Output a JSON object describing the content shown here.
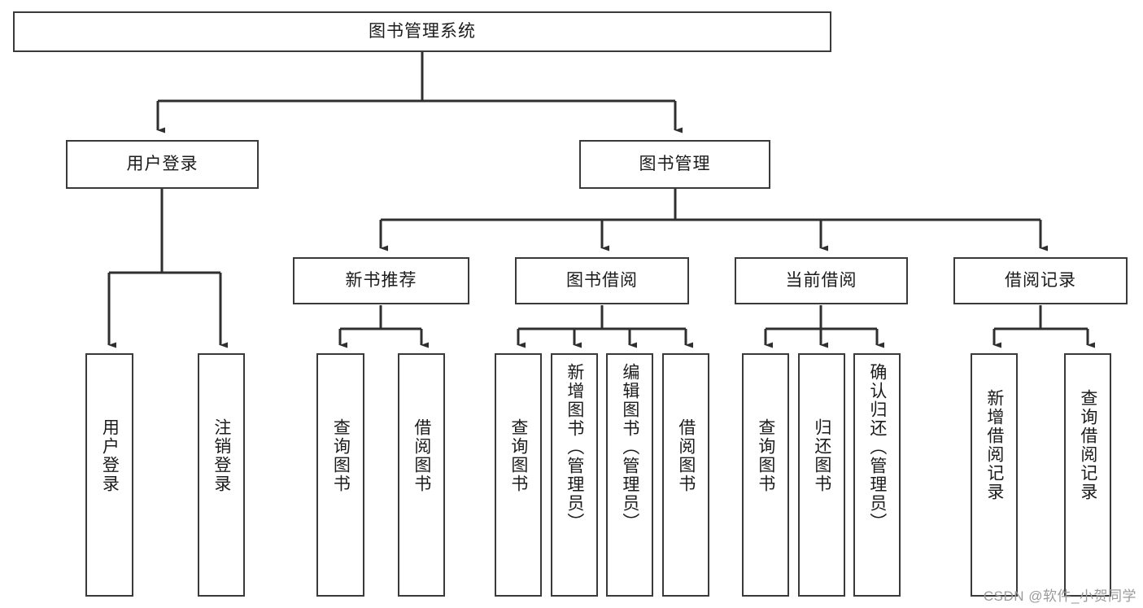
{
  "diagram": {
    "title": "图书管理系统",
    "type": "tree",
    "stroke_color": "#3a3a3a",
    "fill_color": "#ffffff",
    "text_color": "#1b1b1b",
    "root": {
      "id": "root",
      "label": "图书管理系统",
      "orientation": "horizontal"
    },
    "level2": [
      {
        "id": "user-login",
        "label": "用户登录",
        "orientation": "horizontal"
      },
      {
        "id": "book-manage",
        "label": "图书管理",
        "orientation": "horizontal"
      }
    ],
    "level3": [
      {
        "id": "new-book-rec",
        "label": "新书推荐",
        "orientation": "horizontal",
        "parent": "book-manage"
      },
      {
        "id": "book-borrow",
        "label": "图书借阅",
        "orientation": "horizontal",
        "parent": "book-manage"
      },
      {
        "id": "current-borrow",
        "label": "当前借阅",
        "orientation": "horizontal",
        "parent": "book-manage"
      },
      {
        "id": "borrow-record",
        "label": "借阅记录",
        "orientation": "horizontal",
        "parent": "book-manage"
      }
    ],
    "leaves": [
      {
        "id": "leaf-user-login",
        "label": "用户登录",
        "orientation": "vertical",
        "parent": "user-login"
      },
      {
        "id": "leaf-logout",
        "label": "注销登录",
        "orientation": "vertical",
        "parent": "user-login"
      },
      {
        "id": "leaf-query-book-1",
        "label": "查询图书",
        "orientation": "vertical",
        "parent": "new-book-rec"
      },
      {
        "id": "leaf-borrow-book-1",
        "label": "借阅图书",
        "orientation": "vertical",
        "parent": "new-book-rec"
      },
      {
        "id": "leaf-query-book-2",
        "label": "查询图书",
        "orientation": "vertical",
        "parent": "book-borrow"
      },
      {
        "id": "leaf-add-book",
        "label": "新增图书（管理员）",
        "orientation": "vertical",
        "parent": "book-borrow"
      },
      {
        "id": "leaf-edit-book",
        "label": "编辑图书（管理员）",
        "orientation": "vertical",
        "parent": "book-borrow"
      },
      {
        "id": "leaf-borrow-book-2",
        "label": "借阅图书",
        "orientation": "vertical",
        "parent": "book-borrow"
      },
      {
        "id": "leaf-query-book-3",
        "label": "查询图书",
        "orientation": "vertical",
        "parent": "current-borrow"
      },
      {
        "id": "leaf-return-book",
        "label": "归还图书",
        "orientation": "vertical",
        "parent": "current-borrow"
      },
      {
        "id": "leaf-confirm-return",
        "label": "确认归还（管理员）",
        "orientation": "vertical",
        "parent": "current-borrow"
      },
      {
        "id": "leaf-add-record",
        "label": "新增借阅记录",
        "orientation": "vertical",
        "parent": "borrow-record"
      },
      {
        "id": "leaf-query-record",
        "label": "查询借阅记录",
        "orientation": "vertical",
        "parent": "borrow-record"
      }
    ]
  },
  "watermark": {
    "text": "CSDN @软件_小贺同学"
  }
}
